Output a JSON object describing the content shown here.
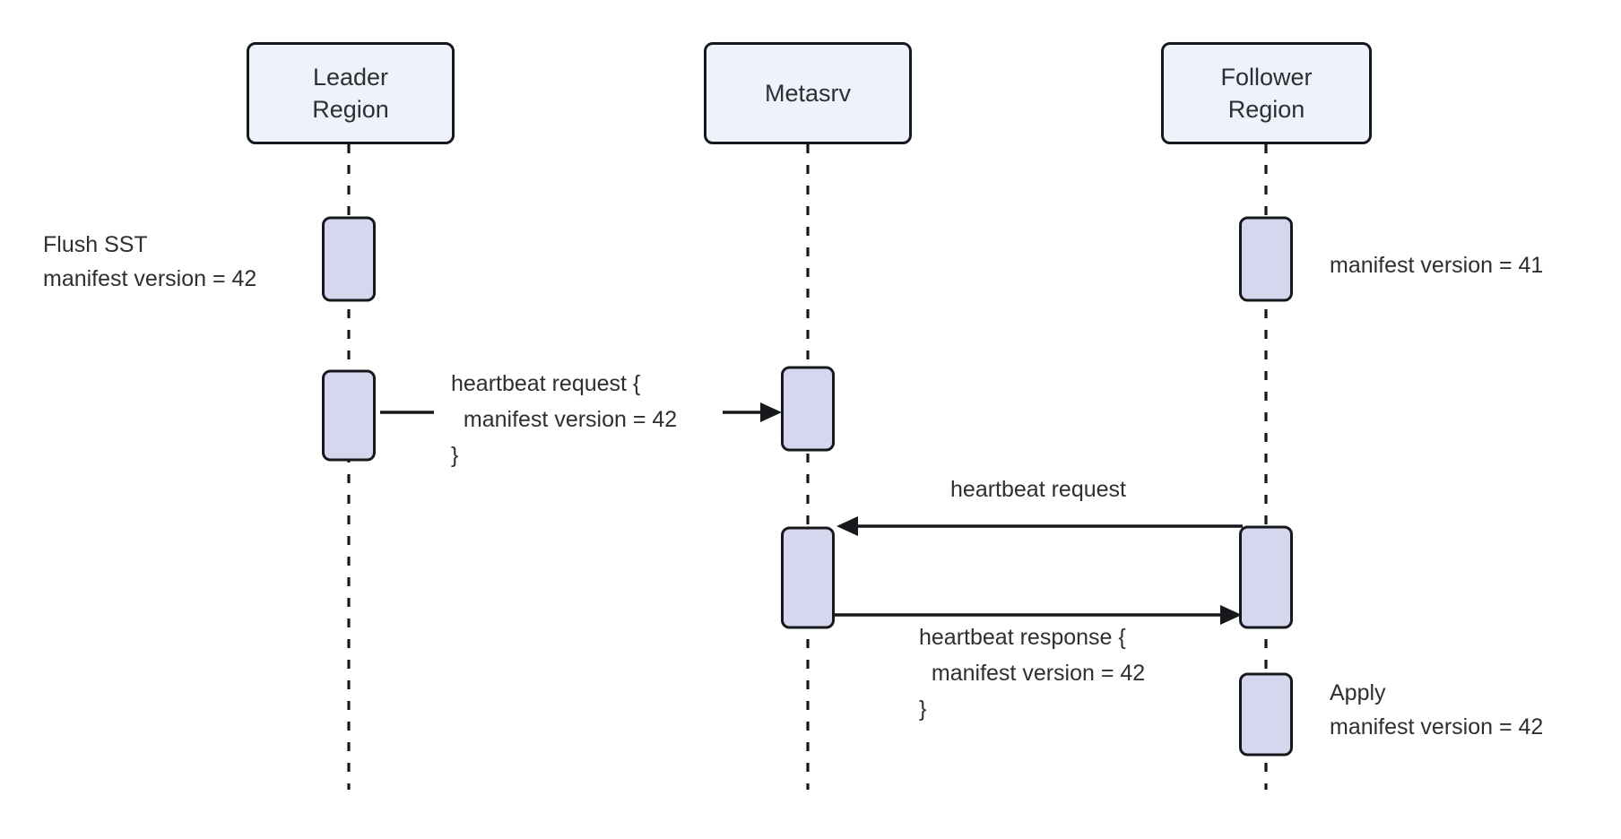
{
  "diagram_type": "sequence-diagram",
  "participants": [
    {
      "id": "leader-region",
      "label": "Leader\nRegion"
    },
    {
      "id": "metasrv",
      "label": "Metasrv"
    },
    {
      "id": "follower-region",
      "label": "Follower\nRegion"
    }
  ],
  "annotations": {
    "leader_flush": "Flush SST\nmanifest version = 42",
    "follower_version": "manifest version = 41",
    "follower_apply": "Apply\nmanifest version = 42"
  },
  "messages": {
    "leader_to_metasrv": "heartbeat request {\n  manifest version = 42\n}",
    "follower_to_metasrv": "heartbeat request",
    "metasrv_to_follower": "heartbeat response {\n  manifest version = 42\n}"
  },
  "colors": {
    "background": "#ffffff",
    "participant_fill": "#eef2fa",
    "activation_fill": "#d5d7ef",
    "line": "#17181c",
    "text": "#2e2f33"
  }
}
